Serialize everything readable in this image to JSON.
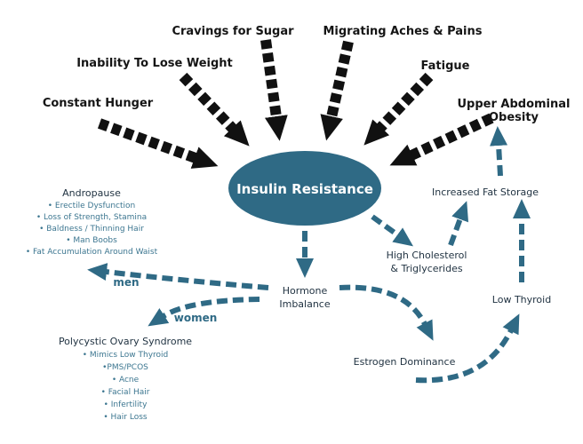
{
  "center": {
    "label": "Insulin Resistance",
    "color": "#2f6a85"
  },
  "symptoms": [
    "Constant Hunger",
    "Inability To Lose Weight",
    "Cravings for Sugar",
    "Migrating Aches & Pains",
    "Fatigue",
    "Upper Abdominal",
    "Obesity"
  ],
  "andropause": {
    "title": "Andropause",
    "items": [
      "• Erectile Dysfunction",
      "• Loss of Strength, Stamina",
      "• Baldness / Thinning Hair",
      "• Man Boobs",
      "• Fat Accumulation Around Waist"
    ]
  },
  "pcos": {
    "title": "Polycystic Ovary Syndrome",
    "items": [
      "• Mimics Low Thyroid",
      "•PMS/PCOS",
      "• Acne",
      "• Facial Hair",
      "• Infertility",
      "• Hair Loss"
    ]
  },
  "nodes": {
    "hormone_line1": "Hormone",
    "hormone_line2": "Imbalance",
    "cholesterol_line1": "High Cholesterol",
    "cholesterol_line2": "& Triglycerides",
    "fat_storage": "Increased Fat Storage",
    "low_thyroid": "Low Thyroid",
    "estrogen": "Estrogen Dominance"
  },
  "branch_labels": {
    "men": "men",
    "women": "women"
  },
  "colors": {
    "arrow_dark": "#111111",
    "arrow_blue": "#2f6a85",
    "text_blue": "#3c7690"
  }
}
